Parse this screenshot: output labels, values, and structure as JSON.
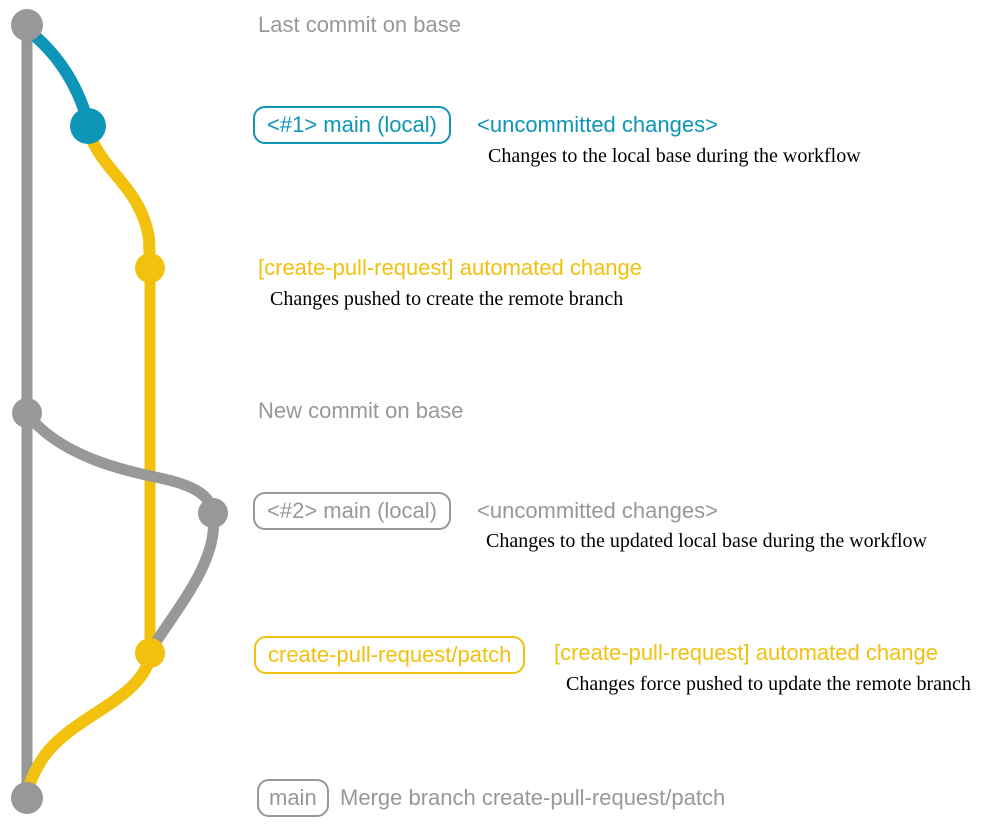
{
  "colors": {
    "background": "#ffffff",
    "gray": "#989898",
    "blue": "#0d95b8",
    "yellow": "#f1c10e",
    "black": "#000000"
  },
  "graph": {
    "branches": [
      "base",
      "main (local)",
      "create-pull-request/patch"
    ],
    "commits": [
      {
        "id": "last-commit-on-base",
        "branch": "base",
        "color": "gray"
      },
      {
        "id": "uncommitted-changes-1",
        "branch": "main (local)",
        "color": "blue"
      },
      {
        "id": "automated-change-1",
        "branch": "create-pull-request/patch",
        "color": "yellow"
      },
      {
        "id": "new-commit-on-base",
        "branch": "base",
        "color": "gray"
      },
      {
        "id": "uncommitted-changes-2",
        "branch": "main (local)",
        "color": "gray"
      },
      {
        "id": "automated-change-2",
        "branch": "create-pull-request/patch",
        "color": "yellow"
      },
      {
        "id": "merge-commit",
        "branch": "base",
        "color": "gray"
      }
    ]
  },
  "annotations": {
    "last_commit": {
      "label": "Last commit on base"
    },
    "local_main_1": {
      "badge": "<#1> main (local)",
      "title": "<uncommitted changes>",
      "desc": "Changes to the local base during the workflow"
    },
    "automated_change_1": {
      "title": "[create-pull-request] automated change",
      "desc": "Changes pushed to create the remote branch"
    },
    "new_commit": {
      "label": "New commit on base"
    },
    "local_main_2": {
      "badge": "<#2> main (local)",
      "title": "<uncommitted changes>",
      "desc": "Changes to the updated local base during the workflow"
    },
    "automated_change_2": {
      "badge": "create-pull-request/patch",
      "title": "[create-pull-request] automated change",
      "desc": "Changes force pushed to update the remote branch"
    },
    "merge": {
      "badge": "main",
      "label": "Merge branch create-pull-request/patch"
    }
  }
}
